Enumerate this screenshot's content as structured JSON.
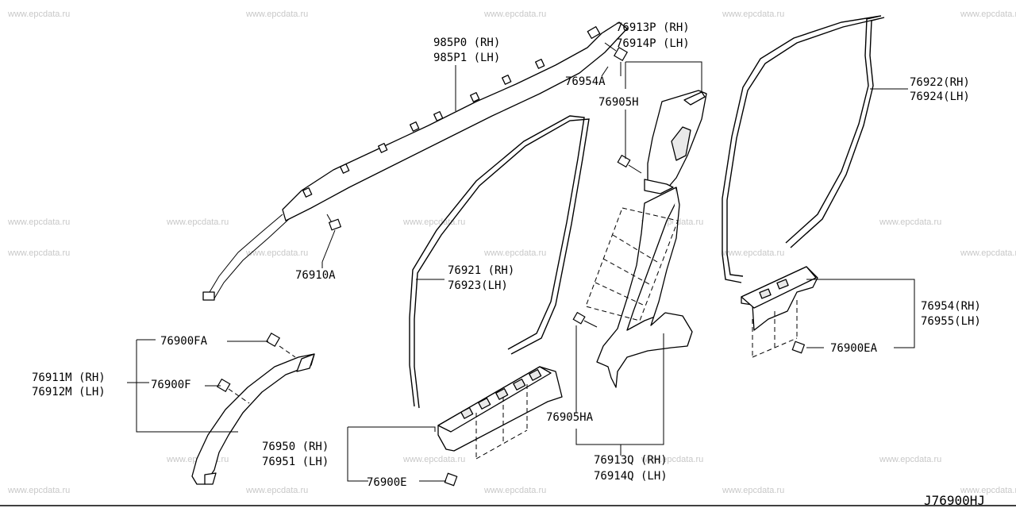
{
  "watermark": "www.epcdata.ru",
  "diagram_code": "J76900HJ",
  "labels": {
    "l985P0": "985P0 (RH)",
    "l985P1": "985P1 (LH)",
    "l76913P": "76913P (RH)",
    "l76914P": "76914P (LH)",
    "l76954A": "76954A",
    "l76905H": "76905H",
    "l76922": "76922(RH)",
    "l76924": "76924(LH)",
    "l76910A": "76910A",
    "l76921": "76921 (RH)",
    "l76923": "76923(LH)",
    "l76954": "76954(RH)",
    "l76955": "76955(LH)",
    "l76900EA": "76900EA",
    "l76900FA": "76900FA",
    "l76911M": "76911M (RH)",
    "l76912M": "76912M (LH)",
    "l76900F": "76900F",
    "l76905HA": "76905HA",
    "l76950": "76950 (RH)",
    "l76951": "76951 (LH)",
    "l76900E": "76900E",
    "l76913Q": "76913Q (RH)",
    "l76914Q": "76914Q (LH)"
  }
}
